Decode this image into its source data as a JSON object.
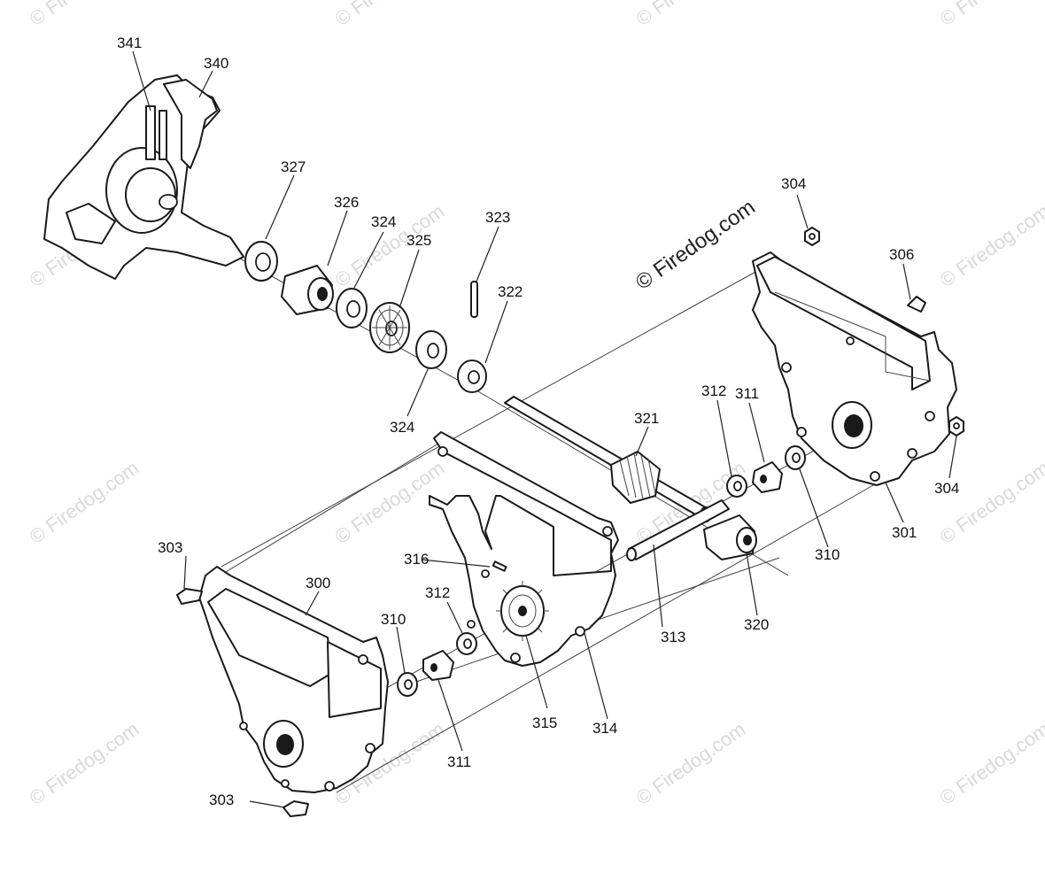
{
  "watermark": {
    "text": "© Firedog.com"
  },
  "copyright": {
    "text": "© Firedog.com"
  },
  "callouts": {
    "p341": "341",
    "p340": "340",
    "p327": "327",
    "p326": "326",
    "p324a": "324",
    "p325": "325",
    "p323": "323",
    "p322": "322",
    "p324b": "324",
    "p304a": "304",
    "p306": "306",
    "p321": "321",
    "p312a": "312",
    "p311a": "311",
    "p304b": "304",
    "p310a": "310",
    "p301": "301",
    "p303a": "303",
    "p300": "300",
    "p316": "316",
    "p312b": "312",
    "p310b": "310",
    "p313": "313",
    "p320": "320",
    "p315": "315",
    "p314": "314",
    "p311b": "311",
    "p303b": "303"
  }
}
